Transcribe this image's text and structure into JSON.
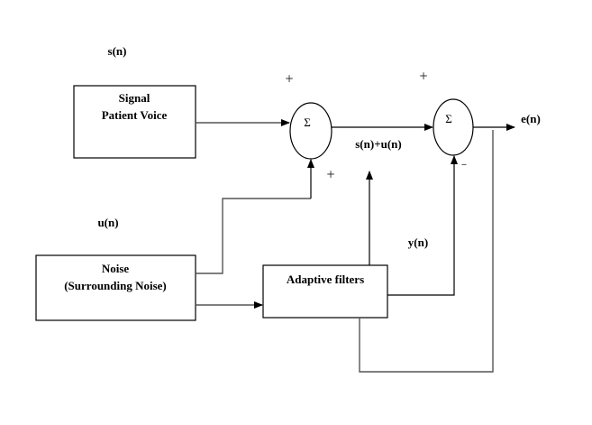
{
  "blocks": {
    "signal": {
      "line1": "Signal",
      "line2": "Patient Voice"
    },
    "noise": {
      "line1": "Noise",
      "line2": "(Surrounding Noise)"
    },
    "adaptive": {
      "label": "Adaptive filters"
    }
  },
  "summers": {
    "sum1": {
      "symbol": "Σ"
    },
    "sum2": {
      "symbol": "Σ"
    }
  },
  "signals": {
    "s": "s(n)",
    "u": "u(n)",
    "su": "s(n)+u(n)",
    "y": "y(n)",
    "e": "e(n)"
  },
  "signs": {
    "sum1_top": "+",
    "sum1_bottom": "+",
    "sum2_top": "+",
    "sum2_bottom": "–"
  }
}
